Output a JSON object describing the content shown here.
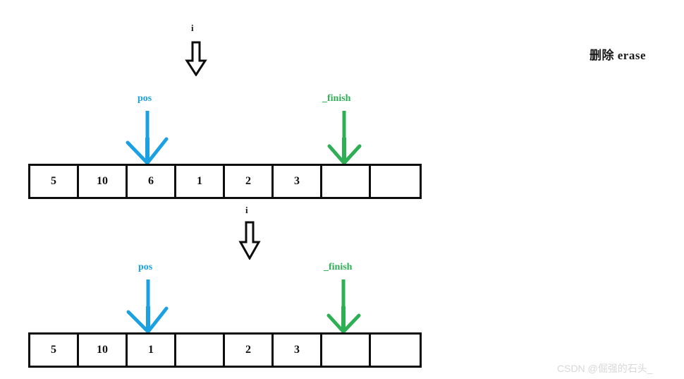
{
  "title": {
    "text": "删除 erase"
  },
  "watermark": {
    "text": "CSDN @倔强的石头_"
  },
  "colors": {
    "pos_pointer": "#1BA1E2",
    "finish_pointer": "#2FAF55",
    "index_pointer": "#0d0d0d",
    "cell_border": "#0d0d0d",
    "background": "#ffffff",
    "watermark": "#d8d8d8"
  },
  "diagram": {
    "type": "array-erase-illustration",
    "rows": [
      {
        "name": "before",
        "cells": [
          "5",
          "10",
          "6",
          "1",
          "2",
          "3",
          "",
          ""
        ],
        "pointers": [
          {
            "name": "i",
            "label": "i",
            "color": "#0d0d0d",
            "style": "hollow-block-arrow",
            "target_cell_index": 3
          },
          {
            "name": "pos",
            "label": "pos",
            "color": "#1BA1E2",
            "style": "hand-drawn-arrow",
            "target_cell_index": 2
          },
          {
            "name": "_finish",
            "label": "_finish",
            "color": "#2FAF55",
            "style": "hand-drawn-arrow",
            "target_cell_index": 6
          }
        ]
      },
      {
        "name": "after",
        "cells": [
          "5",
          "10",
          "1",
          "",
          "2",
          "3",
          "",
          ""
        ],
        "pointers": [
          {
            "name": "i",
            "label": "i",
            "color": "#0d0d0d",
            "style": "hollow-block-arrow",
            "target_cell_index": 4
          },
          {
            "name": "pos",
            "label": "pos",
            "color": "#1BA1E2",
            "style": "hand-drawn-arrow",
            "target_cell_index": 2
          },
          {
            "name": "_finish",
            "label": "_finish",
            "color": "#2FAF55",
            "style": "hand-drawn-arrow",
            "target_cell_index": 6
          }
        ]
      }
    ]
  }
}
